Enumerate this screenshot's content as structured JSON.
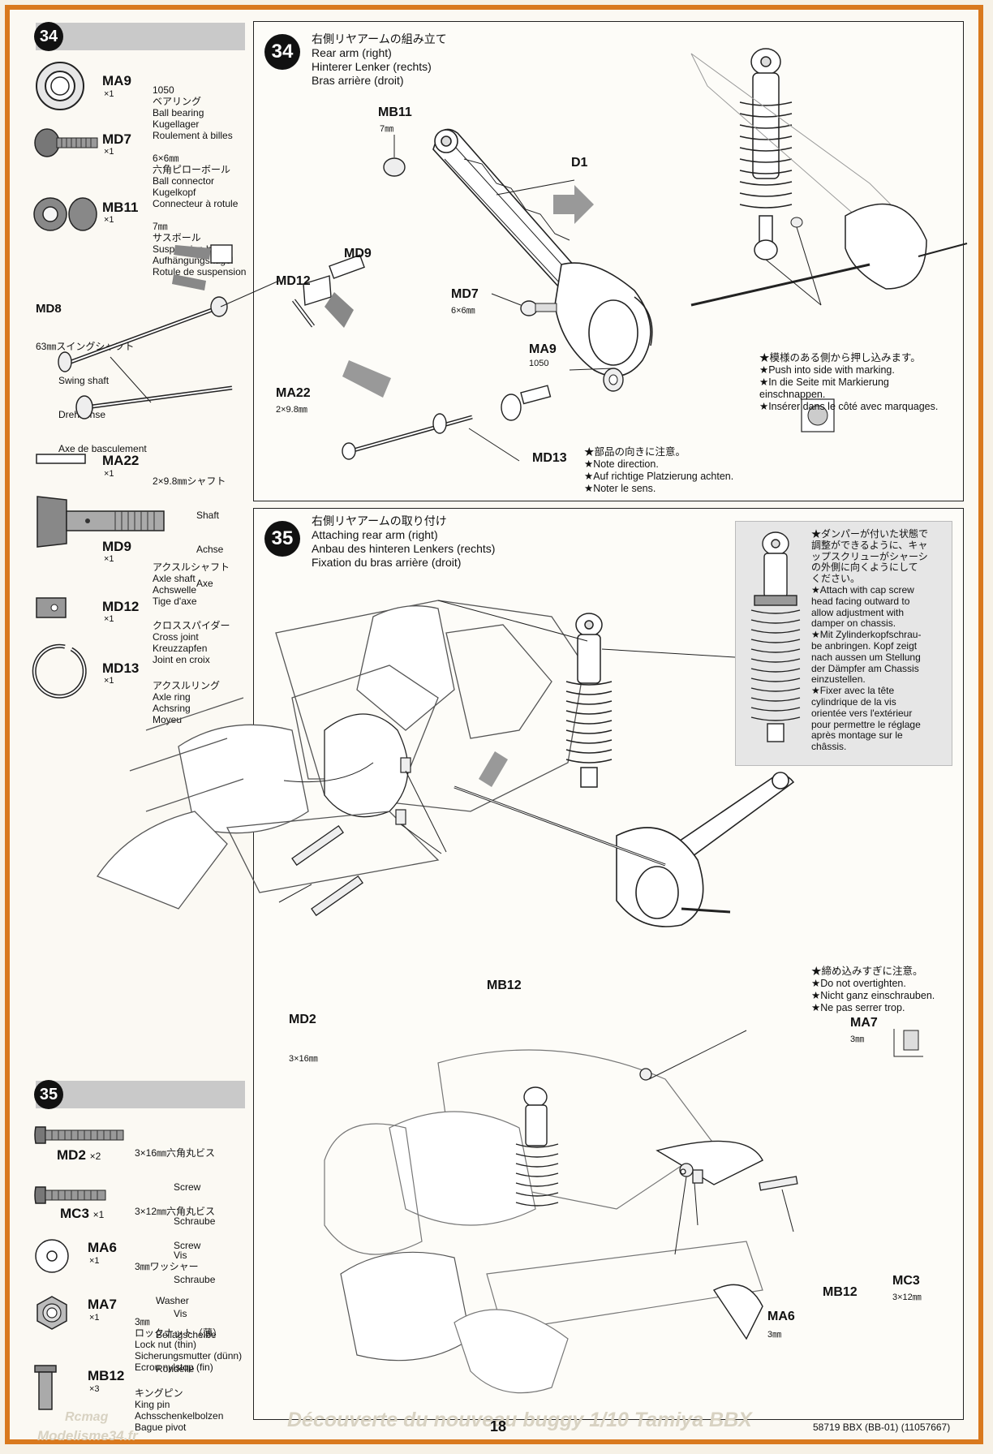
{
  "page": {
    "number": "18",
    "code": "58719 BBX (BB-01) (11057667)"
  },
  "watermark": {
    "text": "Découverte du nouveau buggy 1/10 Tamiya BBX",
    "brand": "Modelisme34.fr",
    "brand2": "Rcmag"
  },
  "left": {
    "step34": {
      "num": "34"
    },
    "step35": {
      "num": "35"
    },
    "parts34": [
      {
        "code": "MA9",
        "qty": "×1",
        "lines": [
          "1050",
          "ベアリング",
          "Ball bearing",
          "Kugellager",
          "Roulement à billes"
        ]
      },
      {
        "code": "MD7",
        "qty": "×1",
        "lines": [
          "6×6㎜",
          "六角ピローボール",
          "Ball connector",
          "Kugelkopf",
          "Connecteur à rotule"
        ]
      },
      {
        "code": "MB11",
        "qty": "×1",
        "lines": [
          "7㎜",
          "サスボール",
          "Suspension ball",
          "Aufhängungskugel",
          "Rotule de suspension"
        ]
      },
      {
        "code": "MD8",
        "qty": "",
        "lines": [
          "63㎜スイングシャフト",
          "Swing shaft",
          "Drehachse",
          "Axe de basculement"
        ]
      },
      {
        "code": "MA22",
        "qty": "×1",
        "lines": [
          "2×9.8㎜シャフト",
          "Shaft",
          "Achse",
          "Axe"
        ]
      },
      {
        "code": "MD9",
        "qty": "×1",
        "lines": [
          "アクスルシャフト",
          "Axle shaft",
          "Achswelle",
          "Tige d'axe"
        ]
      },
      {
        "code": "MD12",
        "qty": "×1",
        "lines": [
          "クロススパイダー",
          "Cross joint",
          "Kreuzzapfen",
          "Joint en croix"
        ]
      },
      {
        "code": "MD13",
        "qty": "×1",
        "lines": [
          "アクスルリング",
          "Axle ring",
          "Achsring",
          "Moyeu"
        ]
      }
    ],
    "parts35": [
      {
        "code": "MD2",
        "qty": "×2",
        "lines": [
          "3×16㎜六角丸ビス",
          "Screw",
          "Schraube",
          "Vis"
        ]
      },
      {
        "code": "MC3",
        "qty": "×1",
        "lines": [
          "3×12㎜六角丸ビス",
          "Screw",
          "Schraube",
          "Vis"
        ]
      },
      {
        "code": "MA6",
        "qty": "×1",
        "lines": [
          "3㎜ワッシャー",
          "Washer",
          "Beilagscheibe",
          "Rondelle"
        ]
      },
      {
        "code": "MA7",
        "qty": "×1",
        "lines": [
          "3㎜",
          "ロックナット（薄）",
          "Lock nut (thin)",
          "Sicherungsmutter (dünn)",
          "Ecrou nylstop (fin)"
        ]
      },
      {
        "code": "MB12",
        "qty": "×3",
        "lines": [
          "キングピン",
          "King pin",
          "Achsschenkelbolzen",
          "Bague pivot"
        ]
      }
    ]
  },
  "step34": {
    "num": "34",
    "title": [
      "右側リヤアームの組み立て",
      "Rear arm (right)",
      "Hinterer Lenker (rechts)",
      "Bras arrière (droit)"
    ],
    "callouts": {
      "mb11": "MB11",
      "mb11_sub": "7㎜",
      "d1": "D1",
      "md9": "MD9",
      "md12": "MD12",
      "md8": "MD8",
      "md8_sub": "63㎜スイングシャフト",
      "md8_l2": "Swing shaft",
      "md8_l3": "Drehachse",
      "md8_l4": "Axe de basculement",
      "md7": "MD7",
      "md7_sub": "6×6㎜",
      "ma9": "MA9",
      "ma9_sub": "1050",
      "ma22": "MA22",
      "ma22_sub": "2×9.8㎜",
      "md13": "MD13"
    },
    "note_marking": [
      "★模様のある側から押し込みます。",
      "★Push into side with marking.",
      "★In die Seite mit Markierung",
      "einschnappen.",
      "★Insérer dans le côté avec marquages."
    ],
    "note_direction": [
      "★部品の向きに注意。",
      "★Note direction.",
      "★Auf richtige Platzierung achten.",
      "★Noter le sens."
    ]
  },
  "step35": {
    "num": "35",
    "title": [
      "右側リヤアームの取り付け",
      "Attaching rear arm (right)",
      "Anbau des hinteren Lenkers (rechts)",
      "Fixation du bras arrière (droit)"
    ],
    "note_damper": [
      "★ダンパーが付いた状態で",
      "調整ができるように、キャ",
      "ップスクリューがシャーシ",
      "の外側に向くようにして",
      "ください。",
      "★Attach with cap screw",
      "head facing outward to",
      "allow adjustment with",
      "damper on chassis.",
      "★Mit Zylinderkopfschrau-",
      "be anbringen. Kopf zeigt",
      "nach aussen um Stellung",
      "der Dämpfer am Chassis",
      "einzustellen.",
      "★Fixer avec la tête",
      "cylindrique de la vis",
      "orientée vers l'extérieur",
      "pour permettre le réglage",
      "après montage sur le",
      "châssis."
    ],
    "note_tighten": [
      "★締め込みすぎに注意。",
      "★Do not overtighten.",
      "★Nicht ganz einschrauben.",
      "★Ne pas serrer trop."
    ],
    "callouts": {
      "mb12a": "MB12",
      "md2": "MD2",
      "md2_sub": "3×16㎜",
      "ma7": "MA7",
      "ma7_sub": "3㎜",
      "mc3": "MC3",
      "mc3_sub": "3×12㎜",
      "mb12b": "MB12",
      "ma6": "MA6",
      "ma6_sub": "3㎜"
    }
  }
}
